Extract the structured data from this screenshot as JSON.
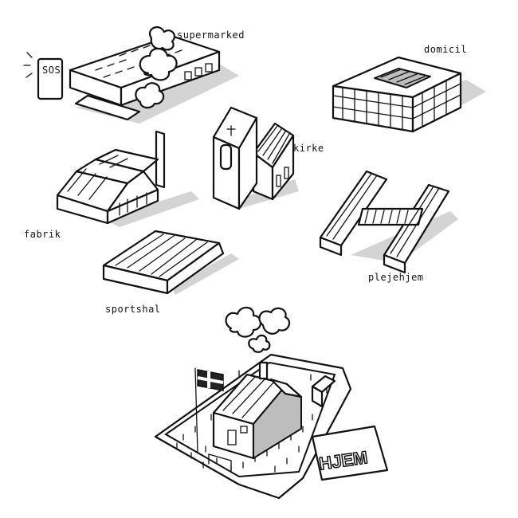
{
  "illustration": {
    "labels": {
      "supermarked": "supermarked",
      "domicil": "domicil",
      "kirke": "kirke",
      "fabrik": "fabrik",
      "plejehjem": "plejehjem",
      "sportshal": "sportshal",
      "hjem": "HJEM"
    },
    "supermarked_sign": "SOS"
  }
}
